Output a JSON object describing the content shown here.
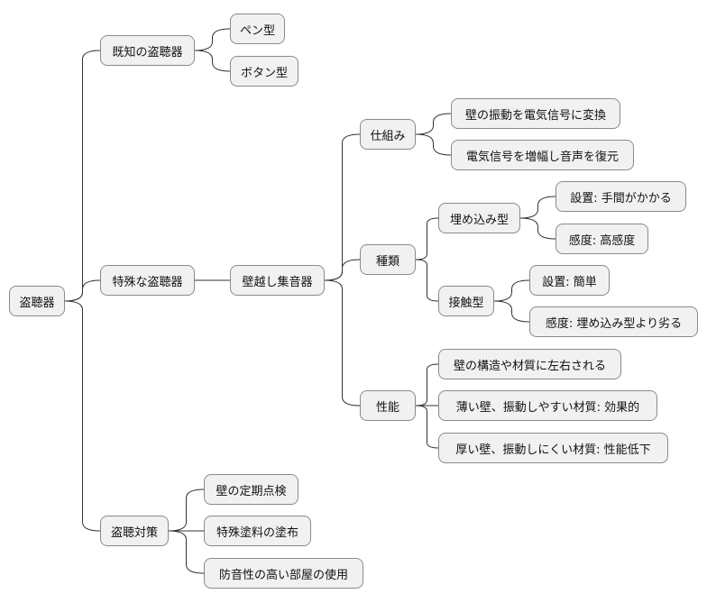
{
  "mindmap": {
    "root": "盗聴器",
    "known": {
      "label": "既知の盗聴器",
      "children": [
        "ペン型",
        "ボタン型"
      ]
    },
    "special": {
      "label": "特殊な盗聴器",
      "device": {
        "label": "壁越し集音器",
        "mechanism": {
          "label": "仕組み",
          "children": [
            "壁の振動を電気信号に変換",
            "電気信号を増幅し音声を復元"
          ]
        },
        "types": {
          "label": "種類",
          "embedded": {
            "label": "埋め込み型",
            "children": [
              "設置: 手間がかかる",
              "感度: 高感度"
            ]
          },
          "contact": {
            "label": "接触型",
            "children": [
              "設置: 簡単",
              "感度: 埋め込み型より劣る"
            ]
          }
        },
        "performance": {
          "label": "性能",
          "children": [
            "壁の構造や材質に左右される",
            "薄い壁、振動しやすい材質: 効果的",
            "厚い壁、振動しにくい材質: 性能低下"
          ]
        }
      }
    },
    "countermeasures": {
      "label": "盗聴対策",
      "children": [
        "壁の定期点検",
        "特殊塗料の塗布",
        "防音性の高い部屋の使用"
      ]
    }
  }
}
